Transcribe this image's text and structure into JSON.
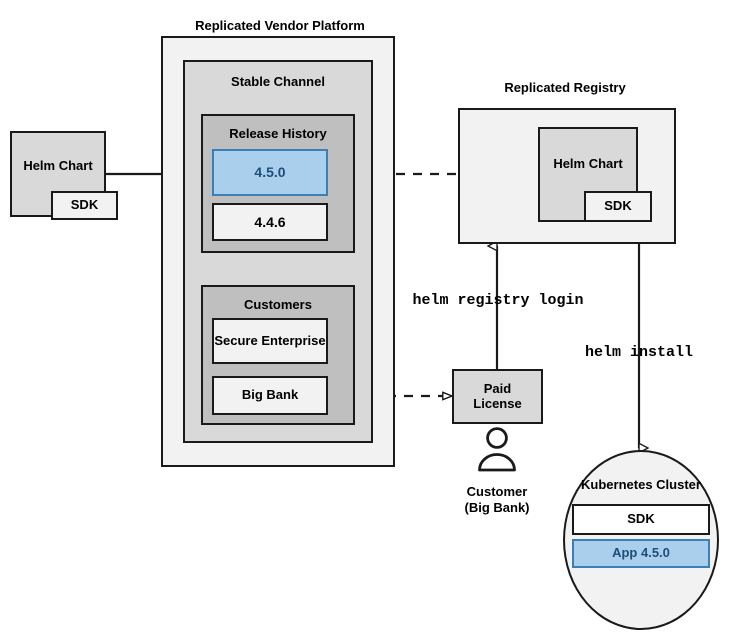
{
  "diagram": {
    "title_platform": "Replicated Vendor Platform",
    "title_registry": "Replicated Registry",
    "source_chart": {
      "label": "Helm Chart",
      "sdk_label": "SDK"
    },
    "platform": {
      "channel_title": "Stable Channel",
      "release_history": {
        "title": "Release History",
        "releases": [
          {
            "version": "4.5.0",
            "highlighted": "yes"
          },
          {
            "version": "4.4.6",
            "highlighted": "no"
          }
        ]
      },
      "customers": {
        "title": "Customers",
        "items": [
          {
            "name": "Secure Enterprise"
          },
          {
            "name": "Big Bank"
          }
        ]
      }
    },
    "registry": {
      "chart_label": "Helm Chart",
      "sdk_label": "SDK"
    },
    "license": {
      "label_line1": "Paid",
      "label_line2": "License"
    },
    "customer_actor": {
      "icon": "person-icon",
      "label_line1": "Customer",
      "label_line2": "(Big Bank)"
    },
    "commands": {
      "registry_login": "helm registry login",
      "install": "helm install"
    },
    "cluster": {
      "title": "Kubernetes Cluster",
      "sdk_label": "SDK",
      "app_label": "App 4.5.0"
    },
    "colors": {
      "highlight_fill": "#a9cfec",
      "highlight_border": "#3a7fb5",
      "highlight_text": "#1f4e79",
      "light_gray": "#f2f2f2",
      "mid_gray": "#d9d9d9",
      "dark_gray": "#bfbfbf",
      "stroke": "#1a1a1a"
    }
  }
}
